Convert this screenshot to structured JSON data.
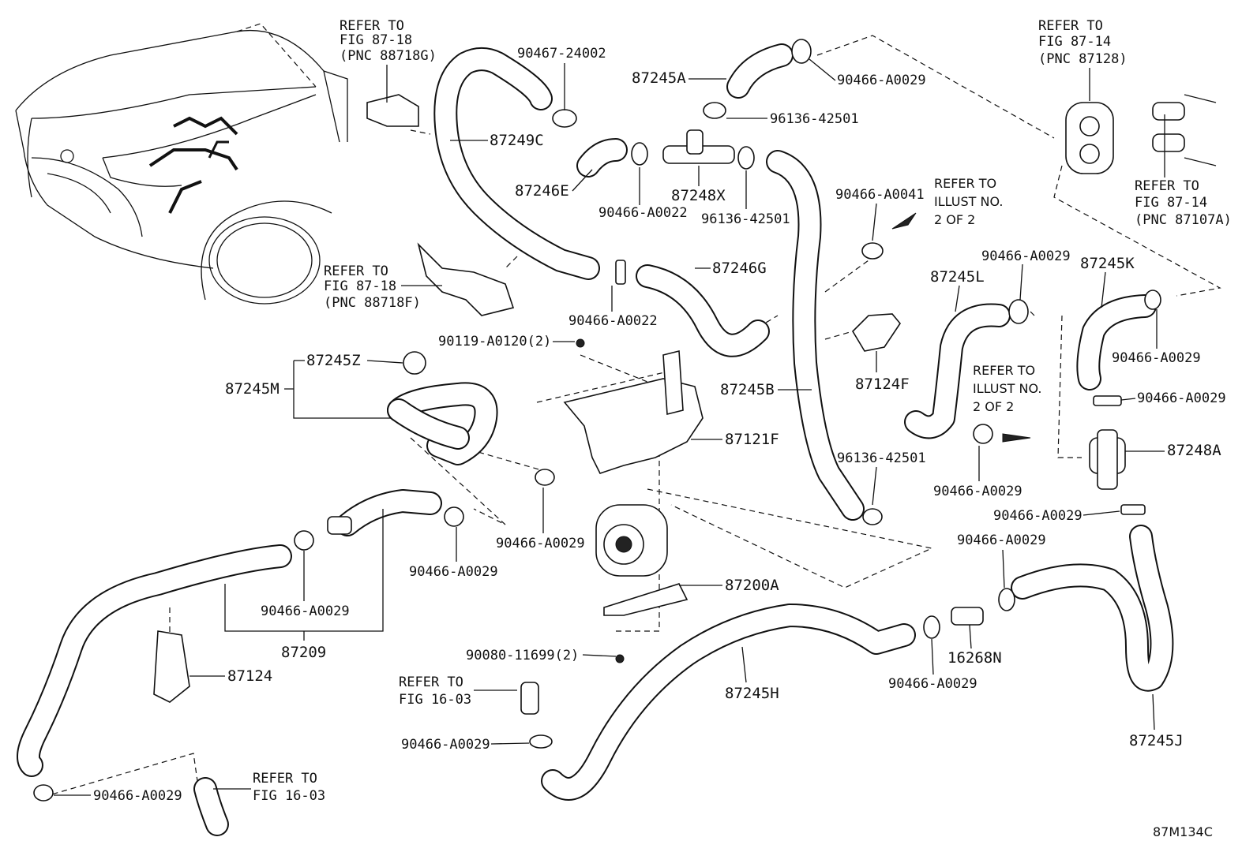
{
  "diagram_code": "87M134C",
  "labels": {
    "p87245A": "87245A",
    "p90467_24002": "90467-24002",
    "p90466_A0029_top": "90466-A0029",
    "p96136_42501_top": "96136-42501",
    "p87249C": "87249C",
    "p87246E": "87246E",
    "p90466_A0022_a": "90466-A0022",
    "p87248X": "87248X",
    "p96136_42501_b": "96136-42501",
    "p90466_A0041": "90466-A0041",
    "p87246G": "87246G",
    "p90466_A0022_b": "90466-A0022",
    "p90119": "90119-A0120(2)",
    "p87245Z": "87245Z",
    "p87245M": "87245M",
    "p87121F": "87121F",
    "p87245B": "87245B",
    "p87124F": "87124F",
    "p87245L": "87245L",
    "p90466_A0029_L": "90466-A0029",
    "p87245K": "87245K",
    "p90466_A0029_K": "90466-A0029",
    "p90466_A0029_R1": "90466-A0029",
    "p87248A": "87248A",
    "p90466_A0029_mid": "90466-A0029",
    "p96136_42501_c": "96136-42501",
    "p90466_A0029_R2": "90466-A0029",
    "p90466_A0029_h1": "90466-A0029",
    "p90466_A0029_h2": "90466-A0029",
    "p87200A": "87200A",
    "p90466_A0029_h3": "90466-A0029",
    "p87209": "87209",
    "p90466_A0029_16": "90466-A0029",
    "p90080": "90080-11699(2)",
    "p87124": "87124",
    "p87245H": "87245H",
    "p90466_A0029_H": "90466-A0029",
    "p16268N": "16268N",
    "p87245J": "87245J",
    "p90466_A0029_bot": "90466-A0029",
    "p90466_A0029_ll": "90466-A0029"
  },
  "refs": {
    "r1": [
      "REFER TO",
      "FIG 87-18",
      "(PNC 88718G)"
    ],
    "r2": [
      "REFER TO",
      "FIG 87-18",
      "(PNC 88718F)"
    ],
    "r3": [
      "REFER TO",
      "FIG 87-14",
      "(PNC 87128)"
    ],
    "r4": [
      "REFER TO",
      "FIG 87-14",
      "(PNC 87107A)"
    ],
    "r5": [
      "REFER TO",
      "ILLUST NO.",
      "2 OF 2"
    ],
    "r6": [
      "REFER TO",
      "ILLUST NO.",
      "2 OF 2"
    ],
    "r7": [
      "REFER TO",
      "FIG 16-03"
    ],
    "r8": [
      "REFER TO",
      "FIG 16-03"
    ]
  }
}
